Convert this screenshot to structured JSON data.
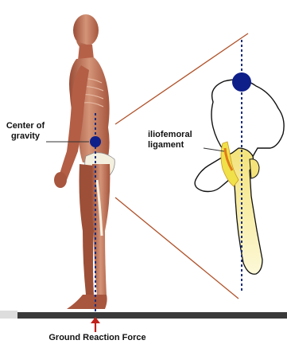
{
  "labels": {
    "center_of_gravity": "Center of gravity",
    "iliofemoral_ligament": "iliofemoral ligament",
    "ground_reaction_force": "Ground Reaction Force"
  },
  "icons": {
    "cog_marker": "filled-circle",
    "force_arrow": "arrow-up"
  },
  "colors": {
    "gravity_line": "#1a2e7a",
    "cog_dot": "#0e1f8a",
    "ligament": "#f0e04a",
    "ligament_accent": "#e07a1a",
    "ground": "#3a3a3a",
    "force_arrow": "#c0201a",
    "zoom_lines": "#b0522a",
    "skin": "#c98a6a",
    "muscle": "#b5654a"
  }
}
